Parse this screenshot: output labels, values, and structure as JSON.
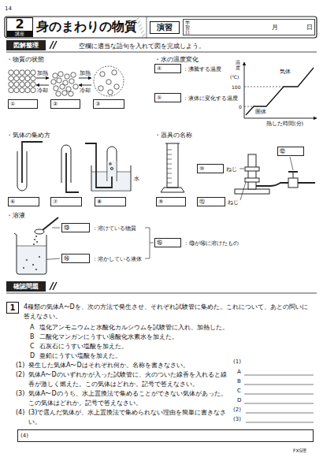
{
  "diagram": {
    "title": "身のまわりの物質",
    "nodes": [
      {
        "text": [
          "2",
          "講座"
        ]
      },
      {
        "text": [
          "演習"
        ]
      },
      {
        "text": [
          "学習日",
          "月",
          "日"
        ]
      },
      {
        "text": [
          "図解整理"
        ]
      },
      {
        "text": [
          "①"
        ]
      },
      {
        "text": [
          "②"
        ]
      },
      {
        "text": [
          "③"
        ]
      },
      {
        "text": [
          "④"
        ]
      },
      {
        "text": [
          "⑤"
        ]
      },
      {
        "text": [
          "⑥"
        ]
      },
      {
        "text": [
          "⑦"
        ]
      },
      {
        "text": [
          "⑧"
        ]
      },
      {
        "text": [
          "⑨"
        ]
      },
      {
        "text": [
          "⑩"
        ]
      },
      {
        "text": [
          "⑪"
        ]
      },
      {
        "text": [
          "⑫"
        ]
      },
      {
        "text": [
          "⑬"
        ]
      },
      {
        "text": [
          "⑭"
        ]
      },
      {
        "text": [
          "⑮"
        ]
      },
      {
        "text": [
          "確認問題"
        ]
      },
      {
        "text": [
          "1"
        ]
      },
      {
        "text": [
          "(4)"
        ]
      }
    ],
    "labels": [
      "14",
      "空欄に適当な語句を入れて図を完成しよう。",
      "・物質の状態",
      "加熱",
      "冷却",
      "加熱",
      "冷却",
      "・水の温度変化",
      "：沸騰する温度",
      "：液体に変化する温度",
      "温度",
      "(℃)",
      "100",
      "0",
      "気体",
      "固体",
      "熱した時間(分)",
      "・気体の集め方",
      "水",
      "・器具の名称",
      "ねじ",
      "ねじ",
      "・溶液",
      "：溶けている物質",
      "：⑬が⑭に溶けたもの",
      "：溶かしている液体",
      "4種類の気体A〜Dを、次の方法で発生させ、それぞれ試験管に集めた。これについて、あとの問いに答えなさい。",
      "A",
      "塩化アンモニウムと水酸化カルシウムを試験管に入れ、加熱した。",
      "B",
      "二酸化マンガンにうすい過酸化水素水を加えた。",
      "C",
      "石灰石にうすい塩酸を加えた。",
      "D",
      "亜鉛にうすい塩酸を加えた。",
      "(1)",
      "発生した気体A〜Dはそれぞれ何か。名称を書きなさい。",
      "(2)",
      "気体A〜Dのいずれかが入った試験管に、火のついた線香を入れると線香が激しく燃えた。この気体はどれか。記号で答えなさい。",
      "(3)",
      "気体A〜Dのうち、水上置換法で集めることができない気体があった。この気体はどれか。記号で答えなさい。",
      "(4)",
      "(3)で選んだ気体が、水上置換法で集められない理由を簡単に書きなさい。",
      "(1)",
      "A",
      "B",
      "C",
      "D",
      "(2)",
      "(3)",
      "FXS理"
    ]
  }
}
